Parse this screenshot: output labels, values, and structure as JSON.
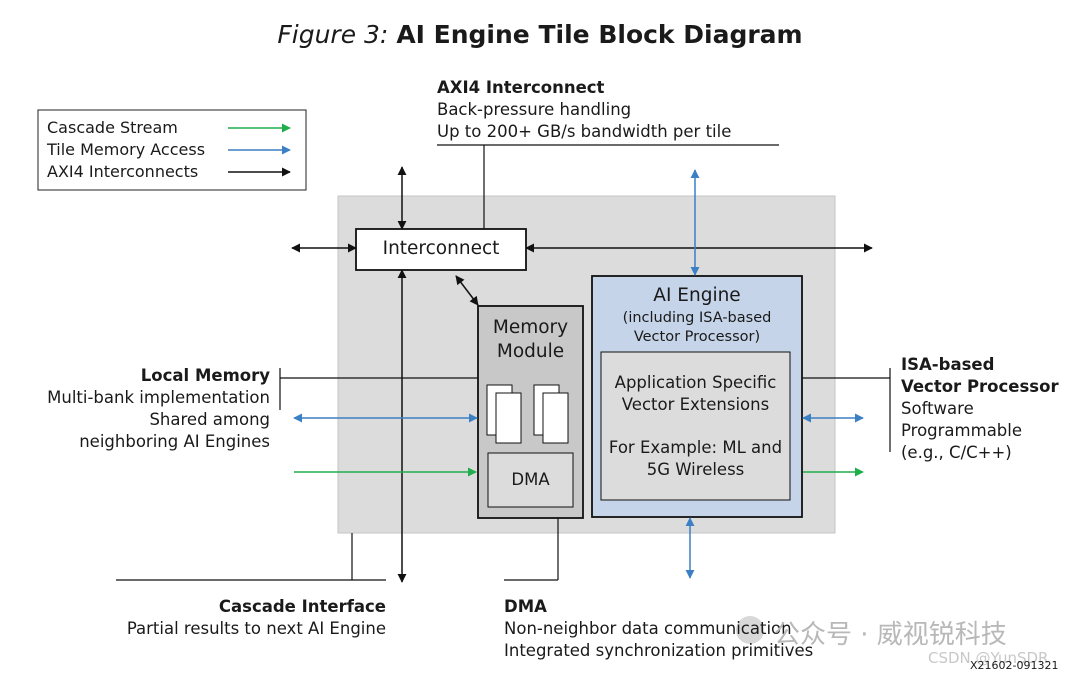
{
  "figure": {
    "prefix": "Figure 3:",
    "title": "AI Engine Tile Block Diagram"
  },
  "legend": [
    {
      "label": "Cascade Stream",
      "color": "#1fae4b"
    },
    {
      "label": "Tile Memory Access",
      "color": "#3b7fc4"
    },
    {
      "label": "AXI4 Interconnects",
      "color": "#111111"
    }
  ],
  "axi4_callout": {
    "heading": "AXI4 Interconnect",
    "lines": [
      "Back-pressure handling",
      "Up to 200+ GB/s bandwidth per tile"
    ]
  },
  "blocks": {
    "interconnect": "Interconnect",
    "memory_module": [
      "Memory",
      "Module"
    ],
    "dma": "DMA",
    "ai_engine": {
      "title": "AI Engine",
      "subtitle": [
        "(including ISA-based",
        "Vector Processor)"
      ],
      "inner": [
        "Application Specific",
        "Vector Extensions",
        "",
        "For Example: ML and",
        "5G Wireless"
      ]
    }
  },
  "local_memory_callout": {
    "heading": "Local Memory",
    "lines": [
      "Multi-bank implementation",
      "Shared among",
      "neighboring AI Engines"
    ]
  },
  "isa_callout": {
    "heading": [
      "ISA-based",
      "Vector Processor"
    ],
    "lines": [
      "Software",
      "Programmable",
      "(e.g., C/C++)"
    ]
  },
  "cascade_callout": {
    "heading": "Cascade Interface",
    "lines": [
      "Partial results to next AI Engine"
    ]
  },
  "dma_callout": {
    "heading": "DMA",
    "lines": [
      "Non-neighbor data communication",
      "Integrated synchronization primitives"
    ]
  },
  "watermark": {
    "wechat": "公众号 · 威视锐科技",
    "csdn": "CSDN @YunSDR"
  },
  "figure_id": "X21602-091321",
  "colors": {
    "green": "#1fae4b",
    "blue": "#3b7fc4",
    "black": "#111111",
    "tile_bg": "#dcdcdc",
    "memory_bg": "#c8c8c8",
    "ai_engine_bg": "#c5d4e8"
  }
}
